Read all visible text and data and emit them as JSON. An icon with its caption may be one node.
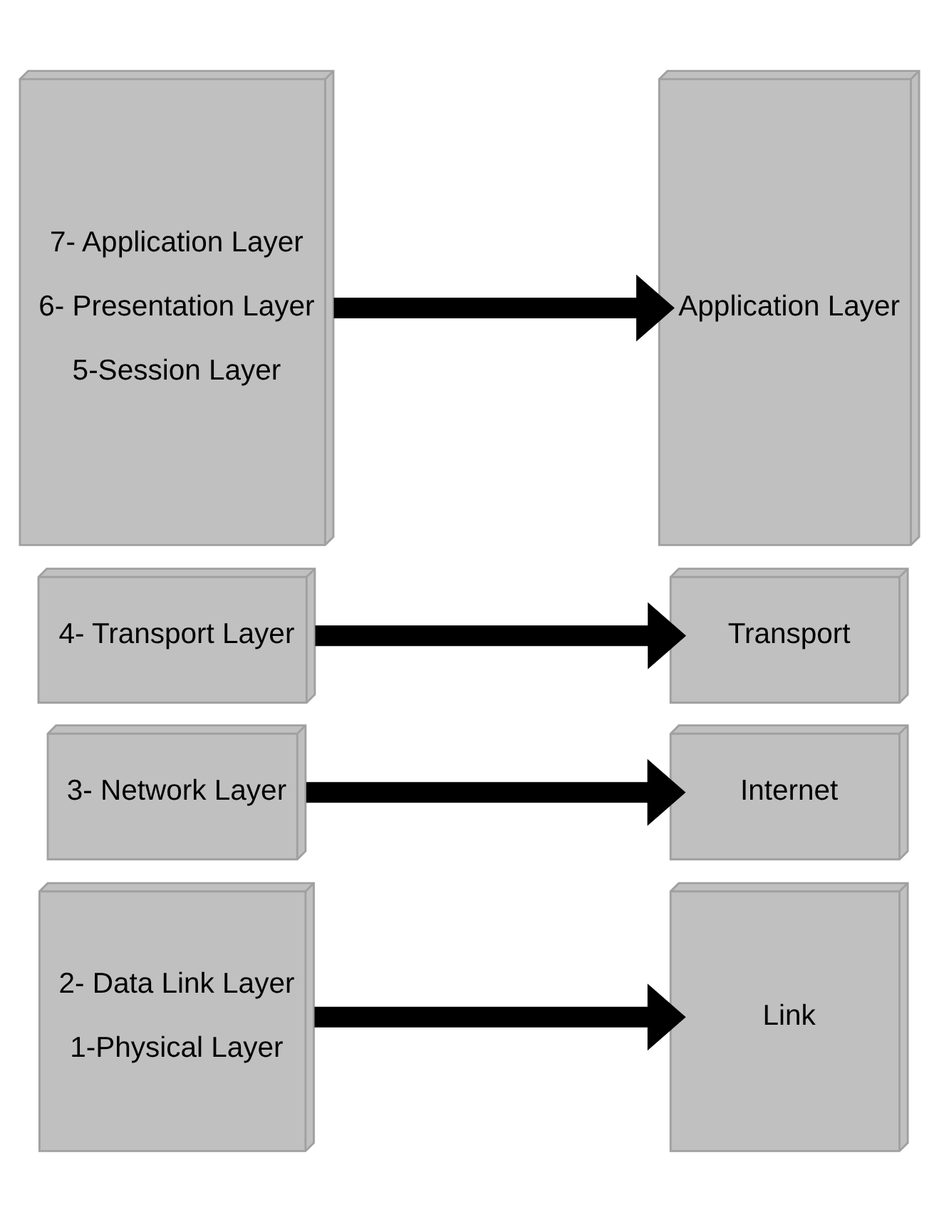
{
  "diagram": {
    "nodes": [
      {
        "text": [
          "7- Application Layer",
          "6- Presentation Layer",
          "5-Session Layer"
        ]
      },
      {
        "text": [
          "Application Layer"
        ]
      },
      {
        "text": [
          "4- Transport Layer"
        ]
      },
      {
        "text": [
          "Transport"
        ]
      },
      {
        "text": [
          "3- Network Layer"
        ]
      },
      {
        "text": [
          "Internet"
        ]
      },
      {
        "text": [
          "2- Data Link Layer",
          "1-Physical Layer"
        ]
      },
      {
        "text": [
          "Link"
        ]
      }
    ],
    "edges": [
      {
        "from": 0,
        "to": 1,
        "arrow": "to"
      },
      {
        "from": 2,
        "to": 3,
        "arrow": "to"
      },
      {
        "from": 4,
        "to": 5,
        "arrow": "to"
      },
      {
        "from": 6,
        "to": 7,
        "arrow": "to"
      }
    ]
  }
}
